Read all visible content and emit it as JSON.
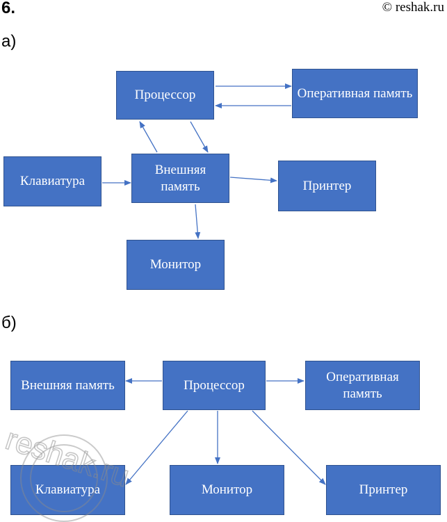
{
  "header": {
    "number": "6.",
    "copyright": "© reshak.ru"
  },
  "diagram_a": {
    "label": "а)",
    "nodes": {
      "cpu": "Процессор",
      "ram": "Оперативная память",
      "keyboard": "Клавиатура",
      "external": "Внешняя память",
      "printer": "Принтер",
      "monitor": "Монитор"
    }
  },
  "diagram_b": {
    "label": "б)",
    "nodes": {
      "external": "Внешняя память",
      "cpu": "Процессор",
      "ram": "Оперативная память",
      "keyboard": "Клавиатура",
      "monitor": "Монитор",
      "printer": "Принтер"
    }
  },
  "watermark": "reshak.ru",
  "colors": {
    "node_fill": "#4472c4",
    "node_border": "#2f528f",
    "arrow": "#4472c4"
  }
}
